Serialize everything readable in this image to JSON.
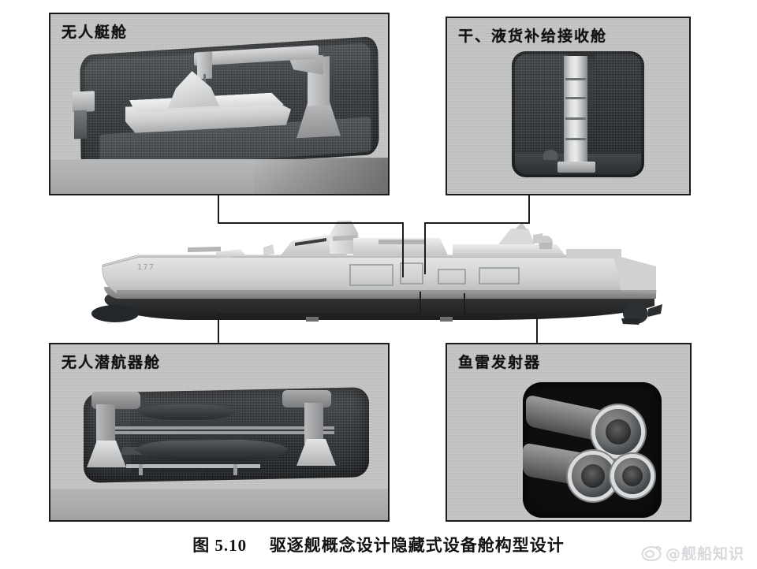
{
  "figure": {
    "caption_number": "图 5.10",
    "caption_text": "驱逐舰概念设计隐藏式设备舱构型设计",
    "caption_full": "图 5.10  驱逐舰概念设计隐藏式设备舱构型设计"
  },
  "panels": [
    {
      "id": "usv-bay",
      "label": "无人艇舱",
      "position": "top-left",
      "description": "开放式舰体凹舱内停放无人艇与起吊吊臂"
    },
    {
      "id": "ras-bay",
      "label": "干、液货补给接收舱",
      "position": "top-right",
      "description": "补给接收立柱与接收平台"
    },
    {
      "id": "uuv-bay",
      "label": "无人潜航器舱",
      "position": "bottom-left",
      "description": "双吊臂与两层存放架上的无人潜航器"
    },
    {
      "id": "torpedo-launcher",
      "label": "鱼雷发射器",
      "position": "bottom-right",
      "description": "隐蔽式舱门内的三联装鱼雷发射管"
    }
  ],
  "ship": {
    "type": "destroyer-profile-illustration",
    "hull_number": "177",
    "features": [
      "主炮",
      "舰桥",
      "综合桅杆",
      "烟囱",
      "直升机机库",
      "球鼻艏",
      "螺旋桨与舵"
    ]
  },
  "watermark": {
    "handle": "@舰船知识",
    "icon": "weibo-eye-icon"
  },
  "colors": {
    "panel_background": "#c4c6c6",
    "panel_border": "#1a1a1a",
    "leader_line": "#1d1d1d",
    "page_background": "#ffffff",
    "text": "#111111",
    "watermark": "#d8d8dc",
    "ship_light": "#d5d7d8",
    "ship_dark": "#2a2c2e"
  }
}
